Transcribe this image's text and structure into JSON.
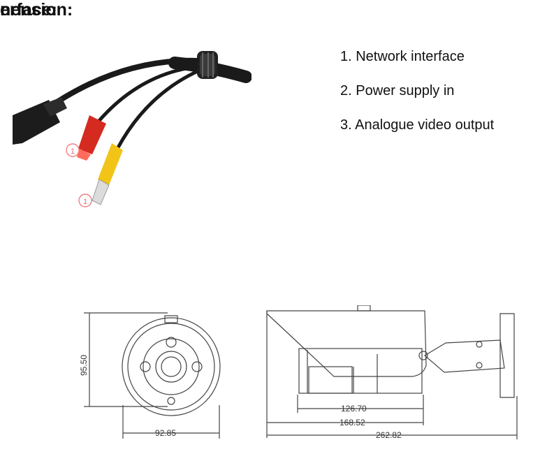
{
  "sections": {
    "interface_heading": "erface:",
    "dimension_heading": "nension:"
  },
  "interface_list": [
    {
      "text": "1. Network interface"
    },
    {
      "text": "2. Power supply in"
    },
    {
      "text": "3. Analogue video output"
    }
  ],
  "callouts": {
    "power_marker": "1",
    "video_marker": "1"
  },
  "dimensions": {
    "front_height": "95.50",
    "front_width": "92.85",
    "housing_inner": "126.70",
    "housing_length": "168.52",
    "total_length": "262.82"
  }
}
